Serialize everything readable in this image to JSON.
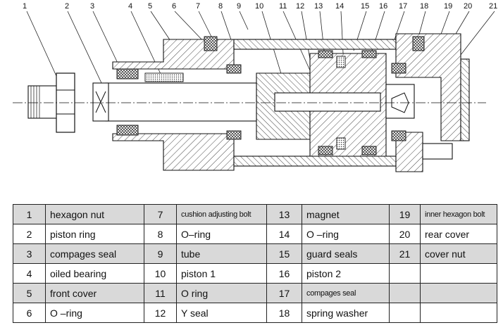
{
  "callouts": [
    "1",
    "2",
    "3",
    "4",
    "5",
    "6",
    "7",
    "8",
    "9",
    "10",
    "11",
    "12",
    "13",
    "14",
    "15",
    "16",
    "17",
    "18",
    "19",
    "20",
    "21"
  ],
  "parts_table": {
    "rows": [
      [
        {
          "num": "1",
          "name": "hexagon nut"
        },
        {
          "num": "7",
          "name": "cushion adjusting bolt"
        },
        {
          "num": "13",
          "name": "magnet"
        },
        {
          "num": "19",
          "name": "inner hexagon bolt"
        }
      ],
      [
        {
          "num": "2",
          "name": "piston ring"
        },
        {
          "num": "8",
          "name": "O–ring"
        },
        {
          "num": "14",
          "name": "O –ring"
        },
        {
          "num": "20",
          "name": "rear cover"
        }
      ],
      [
        {
          "num": "3",
          "name": "compages seal"
        },
        {
          "num": "9",
          "name": "tube"
        },
        {
          "num": "15",
          "name": "guard seals"
        },
        {
          "num": "21",
          "name": "cover nut"
        }
      ],
      [
        {
          "num": "4",
          "name": "oiled bearing"
        },
        {
          "num": "10",
          "name": "piston 1"
        },
        {
          "num": "16",
          "name": "piston 2"
        },
        {
          "num": "",
          "name": ""
        }
      ],
      [
        {
          "num": "5",
          "name": "front cover"
        },
        {
          "num": "11",
          "name": "O ring"
        },
        {
          "num": "17",
          "name": "compages seal"
        },
        {
          "num": "",
          "name": ""
        }
      ],
      [
        {
          "num": "6",
          "name": "O –ring"
        },
        {
          "num": "12",
          "name": "Y seal"
        },
        {
          "num": "18",
          "name": "spring washer"
        },
        {
          "num": "",
          "name": ""
        }
      ]
    ]
  }
}
